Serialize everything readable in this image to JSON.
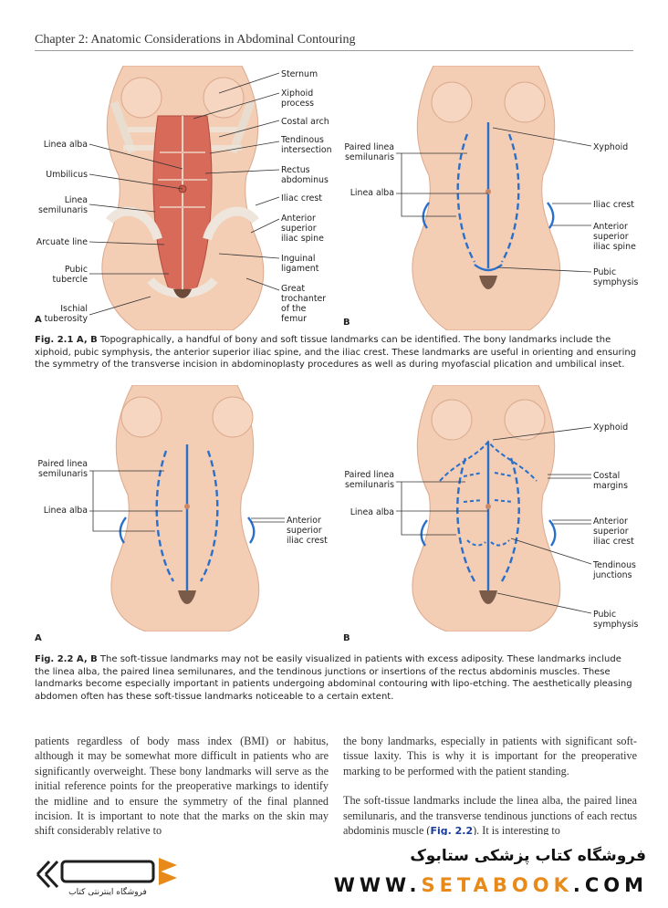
{
  "header": {
    "chapter": "Chapter 2: Anatomic Considerations in Abdominal Contouring"
  },
  "fig21": {
    "panelA": "A",
    "panelB": "B",
    "labels_a_right": [
      "Sternum",
      "Xiphoid process",
      "Costal arch",
      "Tendinous intersection",
      "Rectus abdominus",
      "Iliac crest",
      "Anterior superior iliac spine",
      "Inguinal ligament",
      "Great trochanter of the femur"
    ],
    "labels_a_left": [
      "Linea alba",
      "Umbilicus",
      "Linea semilunaris",
      "Arcuate line",
      "Pubic tubercle",
      "Ischial tuberosity"
    ],
    "labels_b_left": [
      "Paired linea semilunaris",
      "Linea alba"
    ],
    "labels_b_right": [
      "Xyphoid",
      "Iliac crest",
      "Anterior superior iliac spine",
      "Pubic symphysis"
    ],
    "caption_label": "Fig. 2.1  A, B",
    "caption_text": " Topographically, a handful of bony and soft tissue landmarks can be identified. The bony landmarks include the xiphoid, pubic symphysis, the anterior superior iliac spine, and the iliac crest. These landmarks are useful in orienting and ensuring the symmetry of the transverse incision in abdominoplasty procedures as well as during myofascial plication and umbilical inset."
  },
  "fig22": {
    "panelA": "A",
    "panelB": "B",
    "labels_a_left": [
      "Paired linea semilunaris",
      "Linea alba"
    ],
    "labels_a_right": [
      "Anterior superior iliac crest"
    ],
    "labels_b_left": [
      "Paired linea semilunaris",
      "Linea alba"
    ],
    "labels_b_right": [
      "Xyphoid",
      "Costal margins",
      "Anterior superior iliac crest",
      "Tendinous junctions",
      "Pubic symphysis"
    ],
    "caption_label": "Fig. 2.2  A, B",
    "caption_text": " The soft-tissue landmarks may not be easily visualized in patients with excess adiposity. These landmarks include the linea alba, the paired linea semilunares, and the tendinous junctions or insertions of the rectus abdominis muscles. These landmarks become especially important in patients undergoing abdominal contouring with lipo-etching. The aesthetically pleasing abdomen often has these soft-tissue landmarks noticeable to a certain extent."
  },
  "body": {
    "col1": "patients regardless of body mass index (BMI) or habitus, although it may be somewhat more difficult in patients who are significantly overweight. These bony landmarks will serve as the initial reference points for the preoperative markings to identify the midline and to ensure the symmetry of the final planned incision. It is important to note that the marks on the skin may shift considerably relative to",
    "col2a": "the bony landmarks, especially in patients with significant soft-tissue laxity. This is why it is important for the preoperative marking to be performed with the patient standing.",
    "col2b_pre": "The soft-tissue landmarks include the linea alba, the paired linea semilunaris, and the transverse tendinous junctions of each rectus abdominis muscle (",
    "col2b_link": "Fig. 2.2",
    "col2b_post": "). It is interesting to"
  },
  "banner": {
    "title": "فروشگاه کتاب پزشکی ستابوک",
    "url_1": "WWW.",
    "url_2": "SETABOOK",
    "url_3": ".COM",
    "logo_text": "فروشگاه اینترنتی کتاب"
  },
  "colors": {
    "skin": "#f3cdb4",
    "skin_dark": "#dca98d",
    "muscle": "#d86a5a",
    "bone": "#eee6dc",
    "marker": "#2a6fc9",
    "accent": "#e88a1a"
  }
}
